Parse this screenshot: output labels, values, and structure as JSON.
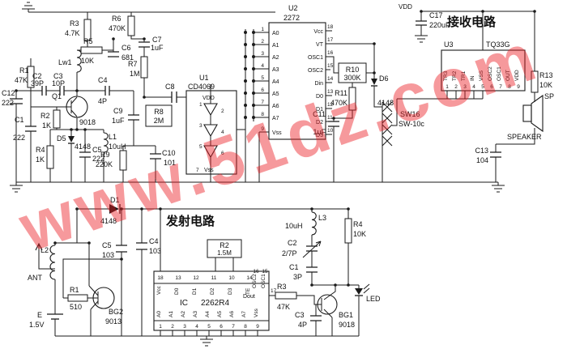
{
  "watermark": "www.51dz.com",
  "rx": {
    "title": "接收电路",
    "vdd": "VDD",
    "sp": "SP",
    "speaker": "SPEAKER",
    "sw": {
      "l1": "SW16",
      "l2": "SW-10c"
    },
    "u1": {
      "ref": "U1",
      "part": "CD4069",
      "vdd": "VDD",
      "vss": "Vss",
      "p1": "1",
      "p2": "2",
      "p3": "3",
      "p4": "4",
      "p5": "5",
      "p6": "6",
      "p7": "7"
    },
    "u2": {
      "ref": "U2",
      "part": "2272",
      "lpins": [
        {
          "n": "1",
          "l": "A0"
        },
        {
          "n": "2",
          "l": "A1"
        },
        {
          "n": "3",
          "l": "A2"
        },
        {
          "n": "4",
          "l": "A3"
        },
        {
          "n": "5",
          "l": "A4"
        },
        {
          "n": "6",
          "l": "A5"
        },
        {
          "n": "7",
          "l": "A6"
        },
        {
          "n": "8",
          "l": "A7"
        },
        {
          "n": "9",
          "l": "Vss"
        }
      ],
      "rpins": [
        {
          "n": "18",
          "l": "Vcc"
        },
        {
          "n": "17",
          "l": "VT"
        },
        {
          "n": "16",
          "l": "OSC1"
        },
        {
          "n": "15",
          "l": "OSC2"
        },
        {
          "n": "14",
          "l": "Din"
        },
        {
          "n": "13",
          "l": "D0"
        },
        {
          "n": "12",
          "l": "D1"
        },
        {
          "n": "11",
          "l": "D2"
        },
        {
          "n": "10",
          "l": "D3"
        }
      ]
    },
    "u3": {
      "ref": "U3",
      "part": "TQ33G",
      "pins": [
        {
          "n": "1",
          "l": "TR3"
        },
        {
          "n": "2",
          "l": "TR2"
        },
        {
          "n": "3",
          "l": "TR1"
        },
        {
          "n": "4",
          "l": "IN"
        },
        {
          "n": "5",
          "l": "VSS"
        },
        {
          "n": "6",
          "l": "OSC2"
        },
        {
          "n": "7",
          "l": "OSC1"
        },
        {
          "n": "8",
          "l": "OUT"
        },
        {
          "n": "9",
          "l": "VDD"
        }
      ]
    },
    "comp": {
      "c12": {
        "r": "C12",
        "v": "222"
      },
      "r1": {
        "r": "R1",
        "v": "47K"
      },
      "c2": {
        "r": "C2",
        "v": "39P"
      },
      "c3": {
        "r": "C3",
        "v": "10P"
      },
      "lw1": {
        "r": "Lw1"
      },
      "r3": {
        "r": "R3",
        "v": "4.7K"
      },
      "r5": {
        "r": "R5",
        "v": "10K"
      },
      "c6": {
        "r": "C6",
        "v": "681"
      },
      "r6": {
        "r": "R6",
        "v": "470K"
      },
      "c7": {
        "r": "C7",
        "v": "1uF"
      },
      "r7": {
        "r": "R7",
        "v": "1M"
      },
      "c8": {
        "r": "C8"
      },
      "q1": {
        "r": "Q1",
        "v": "9018"
      },
      "r2": {
        "r": "R2",
        "v": "1K"
      },
      "c1": {
        "r": "C1",
        "v": "222"
      },
      "c4": {
        "r": "C4",
        "v": "4P"
      },
      "d5": {
        "r": "D5",
        "v": "4148"
      },
      "r4": {
        "r": "R4",
        "v": "1K"
      },
      "c5": {
        "r": "C5",
        "v": "222"
      },
      "l1": {
        "r": "L1",
        "v": "10uH"
      },
      "r9": {
        "r": "R9",
        "v": "220K"
      },
      "c10": {
        "r": "C10",
        "v": "101"
      },
      "c9": {
        "r": "C9",
        "v": "1uF"
      },
      "r8": {
        "r": "R8",
        "v": "2M"
      },
      "r10": {
        "r": "R10",
        "v": "300K"
      },
      "r11": {
        "r": "R11",
        "v": "470K"
      },
      "d6": {
        "r": "D6",
        "v": "4148"
      },
      "c11": {
        "r": "C11",
        "v": "1uF"
      },
      "c17": {
        "r": "C17",
        "v": "220uF"
      },
      "r13": {
        "r": "R13",
        "v": "10K"
      },
      "c13": {
        "r": "C13",
        "v": "104"
      }
    }
  },
  "tx": {
    "title": "发射电路",
    "ic": {
      "ref": "IC",
      "part": "2262R4",
      "tpins": [
        {
          "n": "18",
          "l": "Vcc"
        },
        {
          "n": "13",
          "l": "D0"
        },
        {
          "n": "12",
          "l": "D1"
        },
        {
          "n": "11",
          "l": "D2"
        },
        {
          "n": "10",
          "l": "D3"
        },
        {
          "n": "14",
          "l": "TE"
        }
      ],
      "rpins": [
        {
          "n": "16",
          "l": "OSC2"
        },
        {
          "n": "15",
          "l": "OSC1"
        },
        {
          "n": "17",
          "l": "Dout"
        }
      ],
      "bpins": [
        {
          "n": "1",
          "l": "A0"
        },
        {
          "n": "2",
          "l": "A1"
        },
        {
          "n": "3",
          "l": "A2"
        },
        {
          "n": "4",
          "l": "A3"
        },
        {
          "n": "5",
          "l": "A4"
        },
        {
          "n": "6",
          "l": "A5"
        },
        {
          "n": "7",
          "l": "A6"
        },
        {
          "n": "8",
          "l": "A7"
        },
        {
          "n": "9",
          "l": "Vss"
        }
      ]
    },
    "comp": {
      "d1": {
        "r": "D1",
        "v": "4148"
      },
      "c4": {
        "r": "C4",
        "v": "103"
      },
      "c5": {
        "r": "C5",
        "v": "103"
      },
      "l2": {
        "r": "L2"
      },
      "ant": {
        "r": "ANT"
      },
      "r1": {
        "r": "R1",
        "v": "510"
      },
      "bg2": {
        "r": "BG2",
        "v": "9013"
      },
      "e": {
        "r": "E",
        "v": "1.5V"
      },
      "r2": {
        "r": "R2",
        "v": "1.5M"
      },
      "r3": {
        "r": "R3",
        "v": "47K"
      },
      "c3": {
        "r": "C3",
        "v": "4P"
      },
      "bg1": {
        "r": "BG1",
        "v": "9018"
      },
      "led": {
        "r": "LED"
      },
      "l3": {
        "r": "L3",
        "v": "10uH"
      },
      "c2": {
        "r": "C2",
        "v": "2/7P"
      },
      "r4": {
        "r": "R4",
        "v": "10K"
      },
      "c1": {
        "r": "C1",
        "v": "3P"
      }
    }
  }
}
